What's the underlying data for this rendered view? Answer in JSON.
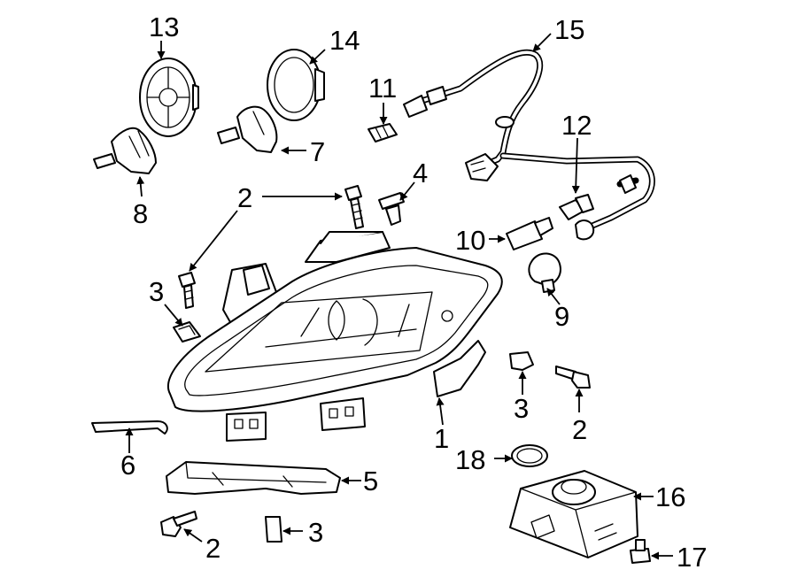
{
  "diagram": {
    "callouts": {
      "c1": "1",
      "c2a": "2",
      "c2b": "2",
      "c2c": "2",
      "c2d": "2",
      "c3a": "3",
      "c3b": "3",
      "c3c": "3",
      "c4": "4",
      "c5": "5",
      "c6": "6",
      "c7": "7",
      "c8": "8",
      "c9": "9",
      "c10": "10",
      "c11": "11",
      "c12": "12",
      "c13": "13",
      "c14": "14",
      "c15": "15",
      "c16": "16",
      "c17": "17",
      "c18": "18"
    }
  }
}
